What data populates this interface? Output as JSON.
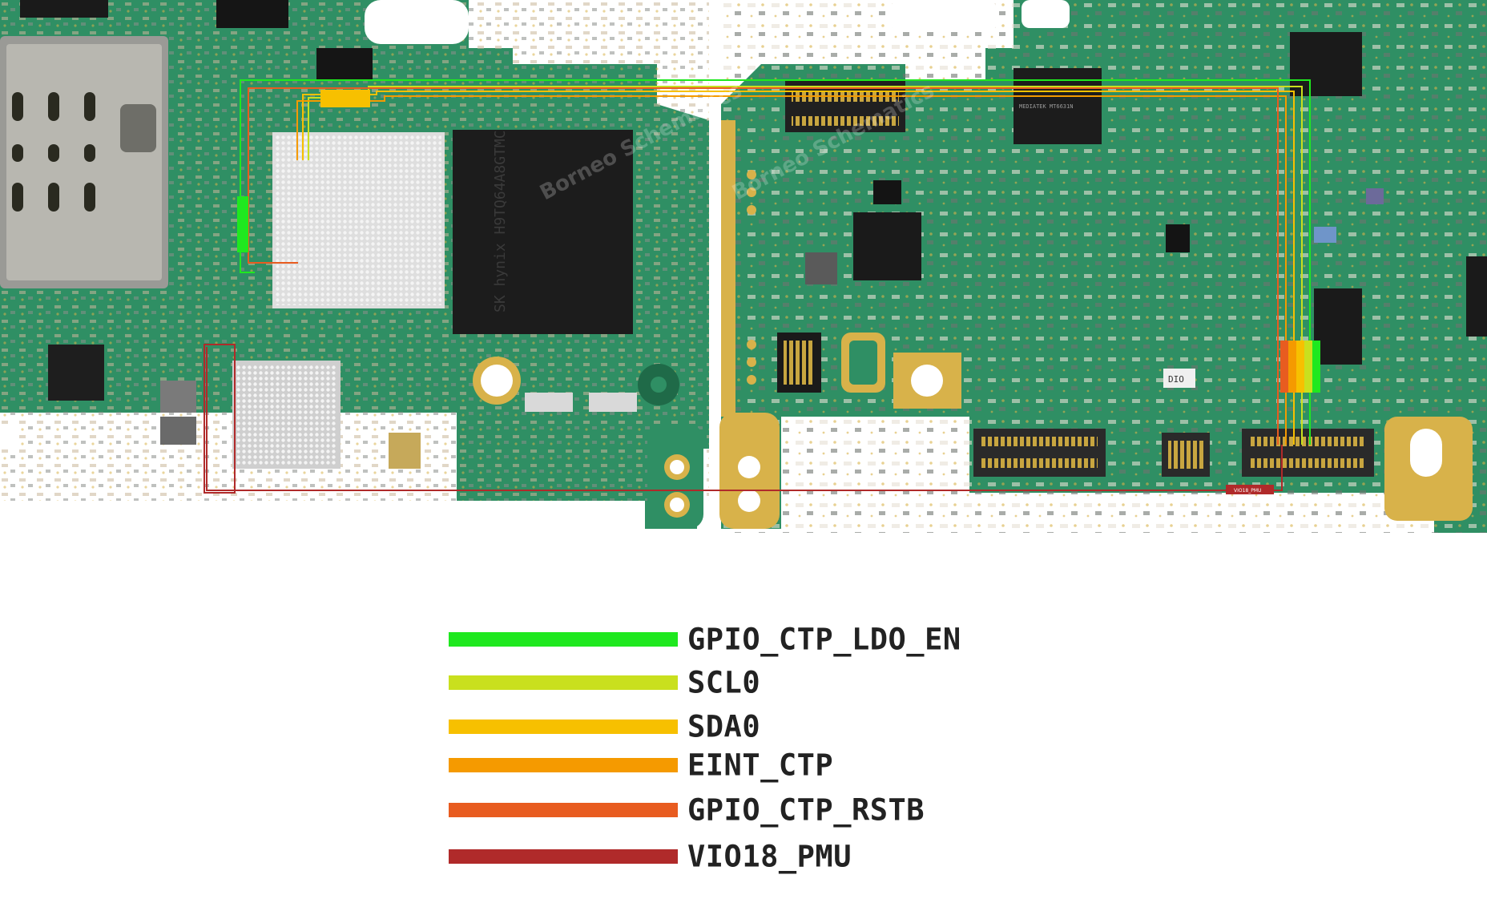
{
  "pcb": {
    "soc_marking": "MEDIATEK MT6631N",
    "memory_marking": "SK hynix H9TQ64A8GTMC",
    "connector_label": "DIO",
    "watermark_brand": "Borneo Schematics",
    "net_tag_pmu": "VIO18_PMU",
    "colors": {
      "board": "#2f8f64",
      "board_dark": "#1f6a48",
      "pad_gold": "#d8b24a",
      "chip": "#1c1c1c",
      "bga": "#f2f2f2"
    },
    "traces": [
      {
        "net": "GPIO_CTP_LDO_EN",
        "color": "#1fe81f"
      },
      {
        "net": "SCL0",
        "color": "#c9e01e"
      },
      {
        "net": "SDA0",
        "color": "#f7c000"
      },
      {
        "net": "EINT_CTP",
        "color": "#f59a00"
      },
      {
        "net": "GPIO_CTP_RSTB",
        "color": "#e85c20"
      },
      {
        "net": "VIO18_PMU",
        "color": "#b02a2a"
      }
    ]
  },
  "legend": [
    {
      "label": "GPIO_CTP_LDO_EN",
      "color": "#1fe81f"
    },
    {
      "label": "SCL0",
      "color": "#c9e01e"
    },
    {
      "label": "SDA0",
      "color": "#f7c000"
    },
    {
      "label": "EINT_CTP",
      "color": "#f59a00"
    },
    {
      "label": "GPIO_CTP_RSTB",
      "color": "#e85c20"
    },
    {
      "label": "VIO18_PMU",
      "color": "#b02a2a"
    }
  ]
}
